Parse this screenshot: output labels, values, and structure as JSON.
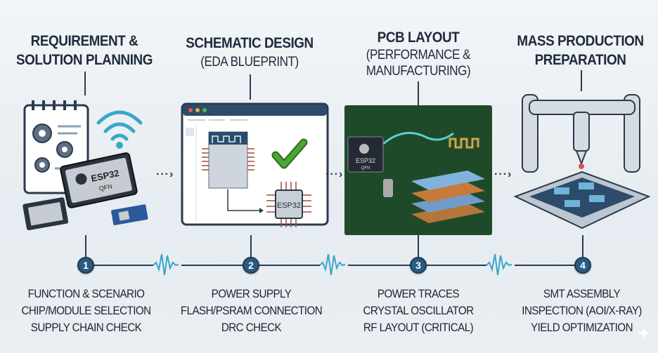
{
  "stages": [
    {
      "title": [
        "REQUIREMENT &",
        "SOLUTION PLANNING"
      ],
      "subtitle": [],
      "step": "1",
      "tasks": [
        "FUNCTION & SCENARIO",
        "CHIP/MODULE SELECTION",
        "SUPPLY CHAIN CHECK"
      ],
      "chip_label": [
        "ESP32",
        "QFN"
      ]
    },
    {
      "title": [
        "SCHEMATIC DESIGN"
      ],
      "subtitle": [
        "(EDA BLUEPRINT)"
      ],
      "step": "2",
      "tasks": [
        "POWER SUPPLY",
        "FLASH/PSRAM CONNECTION",
        "DRC CHECK"
      ],
      "chip_label": [
        "ESP32"
      ]
    },
    {
      "title": [
        "PCB LAYOUT"
      ],
      "subtitle": [
        "(PERFORMANCE &",
        "MANUFACTURING)"
      ],
      "step": "3",
      "tasks": [
        "POWER TRACES",
        "CRYSTAL OSCILLATOR",
        "RF LAYOUT (CRITICAL)"
      ],
      "chip_label": [
        "ESP32",
        "QFN"
      ]
    },
    {
      "title": [
        "MASS PRODUCTION",
        "PREPARATION"
      ],
      "subtitle": [],
      "step": "4",
      "tasks": [
        "SMT ASSEMBLY",
        "INSPECTION (AOI/X-RAY)",
        "YIELD OPTIMIZATION"
      ]
    }
  ],
  "colors": {
    "title": "#1f2b3a",
    "step": "#2c5a7f",
    "wave": "#3aa6c9",
    "pcb": "#1f4a2a",
    "check": "#3f9a2e"
  }
}
